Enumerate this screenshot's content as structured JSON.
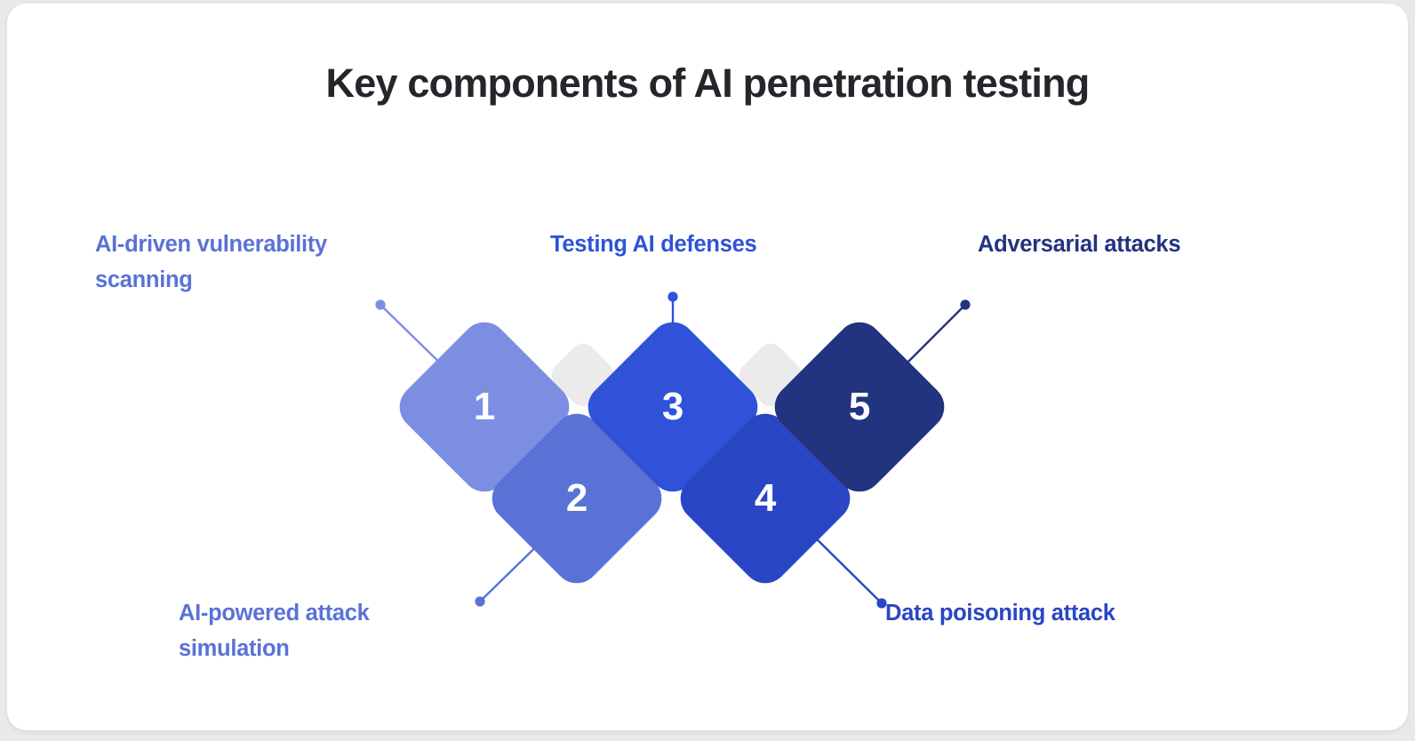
{
  "page": {
    "title": "Key components of AI penetration testing",
    "background_color": "#e9e9ea",
    "card_color": "#ffffff",
    "title_color": "#24262b"
  },
  "chart_data": {
    "type": "diagram",
    "title": "Key components of AI penetration testing",
    "layout": "zigzag-diamond-sequence",
    "items": [
      {
        "number": "1",
        "label_line1": "AI-driven vulnerability",
        "label_line2": "scanning",
        "color": "#7b8ee2",
        "label_color": "#5a72d6",
        "row": "top",
        "label_position": "top-left"
      },
      {
        "number": "2",
        "label_line1": "AI-powered attack",
        "label_line2": "simulation",
        "color": "#5a72d6",
        "label_color": "#5a72d6",
        "row": "bottom",
        "label_position": "bottom-left"
      },
      {
        "number": "3",
        "label_line1": "Testing AI defenses",
        "label_line2": "",
        "color": "#2f52d9",
        "label_color": "#2f52d9",
        "row": "top",
        "label_position": "top-center"
      },
      {
        "number": "4",
        "label_line1": "Data poisoning attack",
        "label_line2": "",
        "color": "#2a46c4",
        "label_color": "#2a46c4",
        "row": "bottom",
        "label_position": "bottom-right"
      },
      {
        "number": "5",
        "label_line1": "Adversarial attacks",
        "label_line2": "",
        "color": "#22337f",
        "label_color": "#22337f",
        "row": "top",
        "label_position": "top-right"
      }
    ],
    "spacer_diamonds": [
      {
        "name": "spacer-1",
        "color": "#ebebec"
      },
      {
        "name": "spacer-2",
        "color": "#ebebec"
      }
    ]
  }
}
